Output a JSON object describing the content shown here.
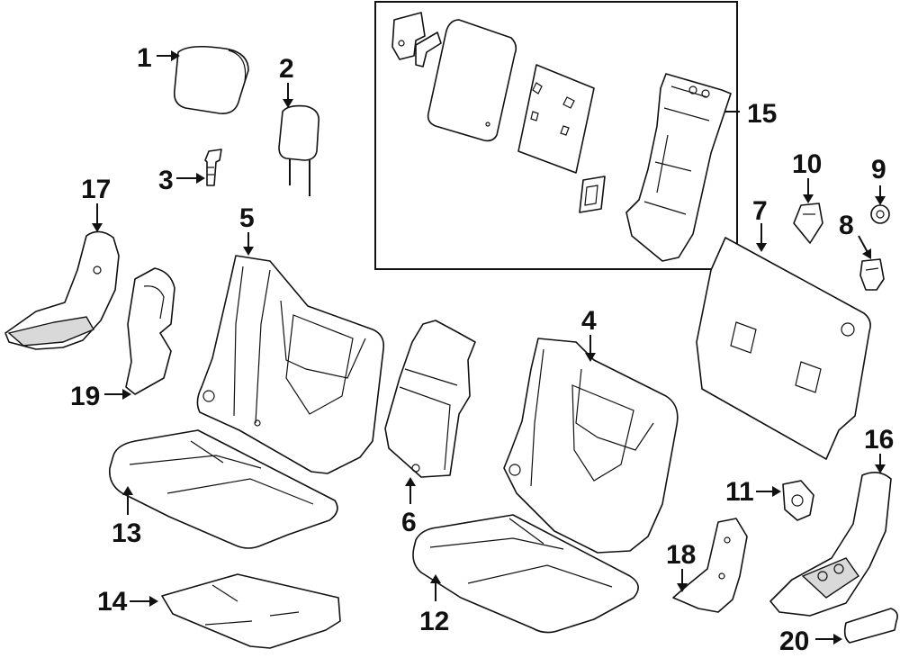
{
  "diagram": {
    "callouts": {
      "c1": "1",
      "c2": "2",
      "c3": "3",
      "c4": "4",
      "c5": "5",
      "c6": "6",
      "c7": "7",
      "c8": "8",
      "c9": "9",
      "c10": "10",
      "c11": "11",
      "c12": "12",
      "c13": "13",
      "c14": "14",
      "c15": "15",
      "c16": "16",
      "c17": "17",
      "c18": "18",
      "c19": "19",
      "c20": "20"
    }
  }
}
